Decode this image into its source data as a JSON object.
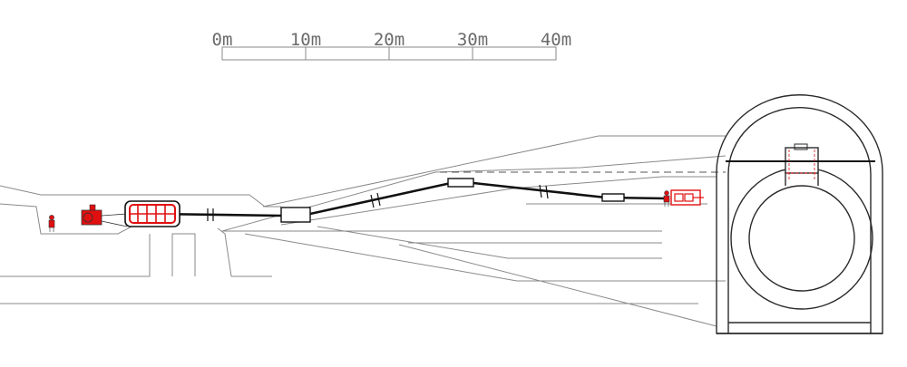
{
  "scale_bar": {
    "ticks": [
      "0m",
      "10m",
      "20m",
      "30m",
      "40m"
    ]
  },
  "colors": {
    "line": "#8a8a8a",
    "dark": "#2a2a2a",
    "cable": "#111111",
    "equipment": "#e01010"
  },
  "icons": [
    "worker-icon",
    "winch-machine-icon",
    "cable-drum-icon",
    "pulley-icon",
    "cable-guide-icon",
    "pulling-device-icon"
  ]
}
